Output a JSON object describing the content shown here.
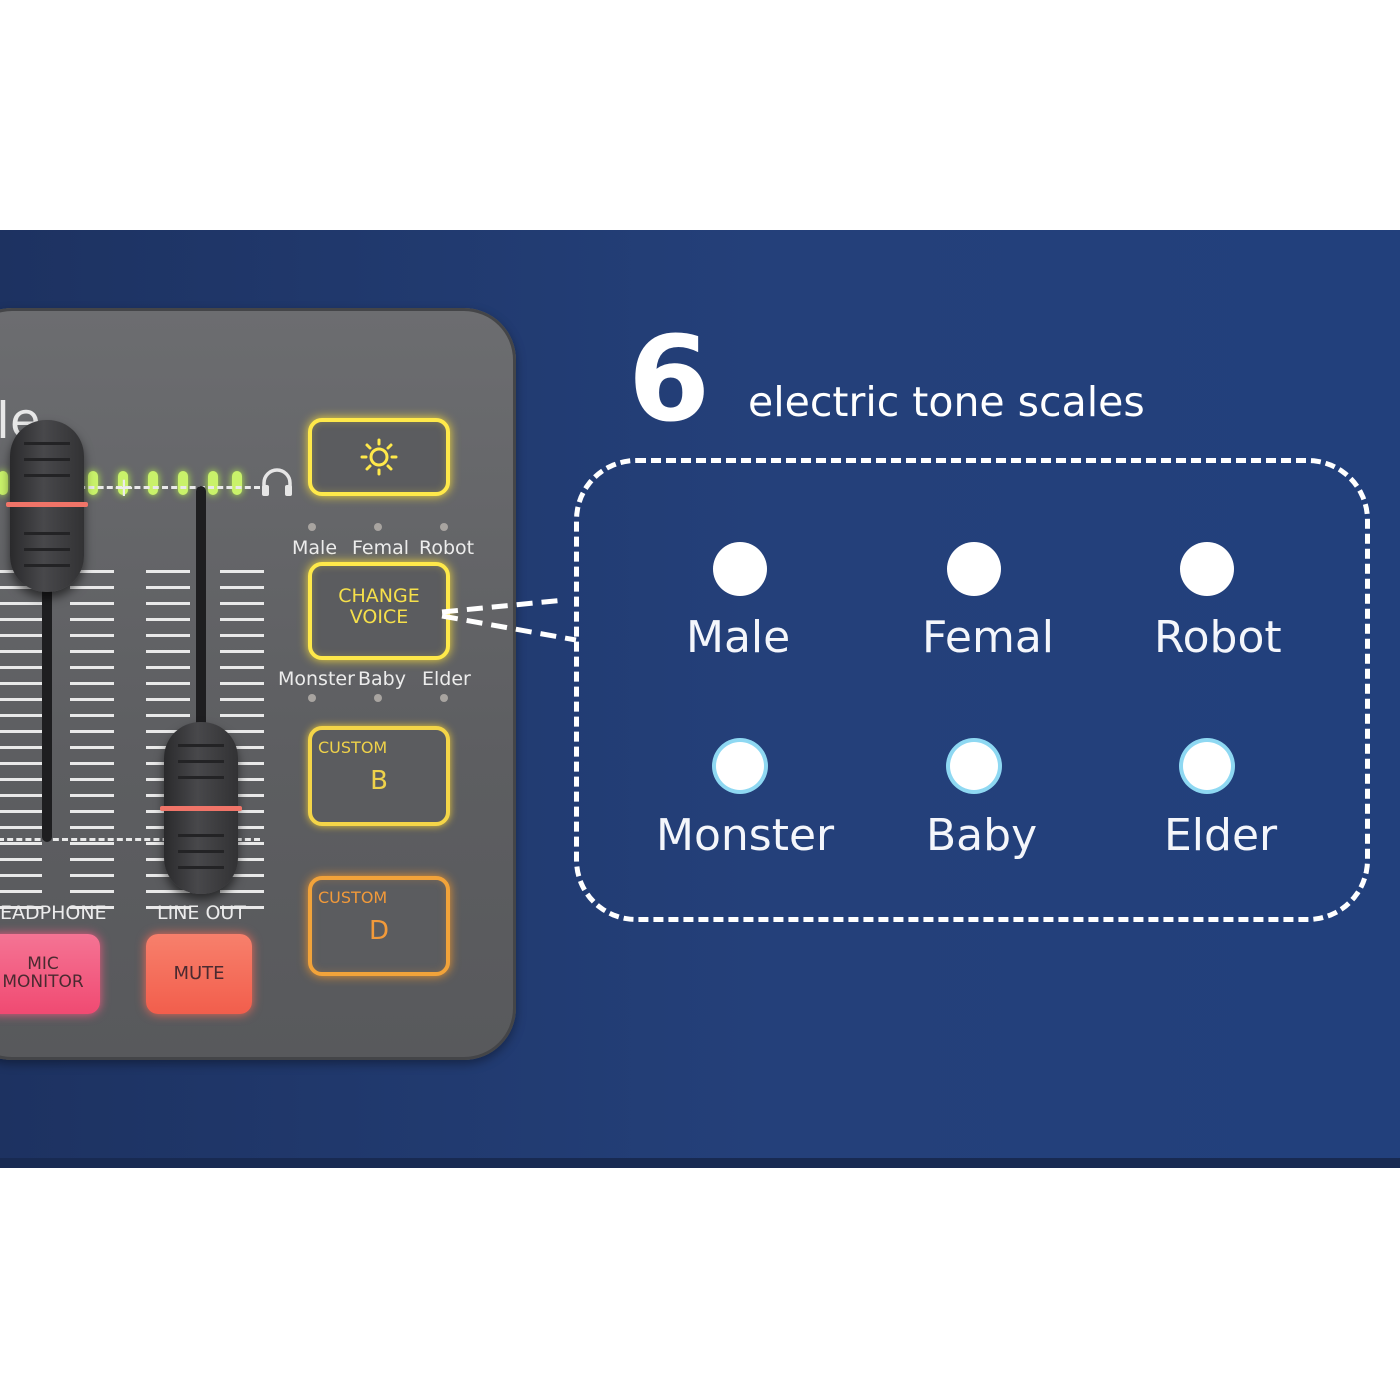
{
  "device": {
    "brand_fragment": "le",
    "buttons": {
      "change_voice_l1": "CHANGE",
      "change_voice_l2": "VOICE",
      "custom_b_small": "CUSTOM",
      "custom_b_letter": "B",
      "custom_d_small": "CUSTOM",
      "custom_d_letter": "D",
      "mic_monitor_l1": "MIC",
      "mic_monitor_l2": "MONITOR",
      "mute": "MUTE"
    },
    "voice_labels_top": [
      "Male",
      "Femal",
      "Robot"
    ],
    "voice_labels_bottom": [
      "Monster",
      "Baby",
      "Elder"
    ],
    "fader_labels": {
      "headphone": "EADPHONE",
      "line_out": "LINE OUT",
      "plus": "+"
    },
    "icons": {
      "brightness": "sun-icon",
      "headphone": "headphones-icon"
    },
    "colors": {
      "led_green": "#c9f26a",
      "button_yellow": "#ffe94a",
      "button_orange": "#f2a33a",
      "button_pink": "#f2587a",
      "button_red": "#f36a5a"
    }
  },
  "callout": {
    "number": "6",
    "title": "electric tone scales",
    "options": [
      "Male",
      "Femal",
      "Robot",
      "Monster",
      "Baby",
      "Elder"
    ]
  },
  "colors": {
    "background_band": "#24407a",
    "device_body": "#5d5e61"
  }
}
